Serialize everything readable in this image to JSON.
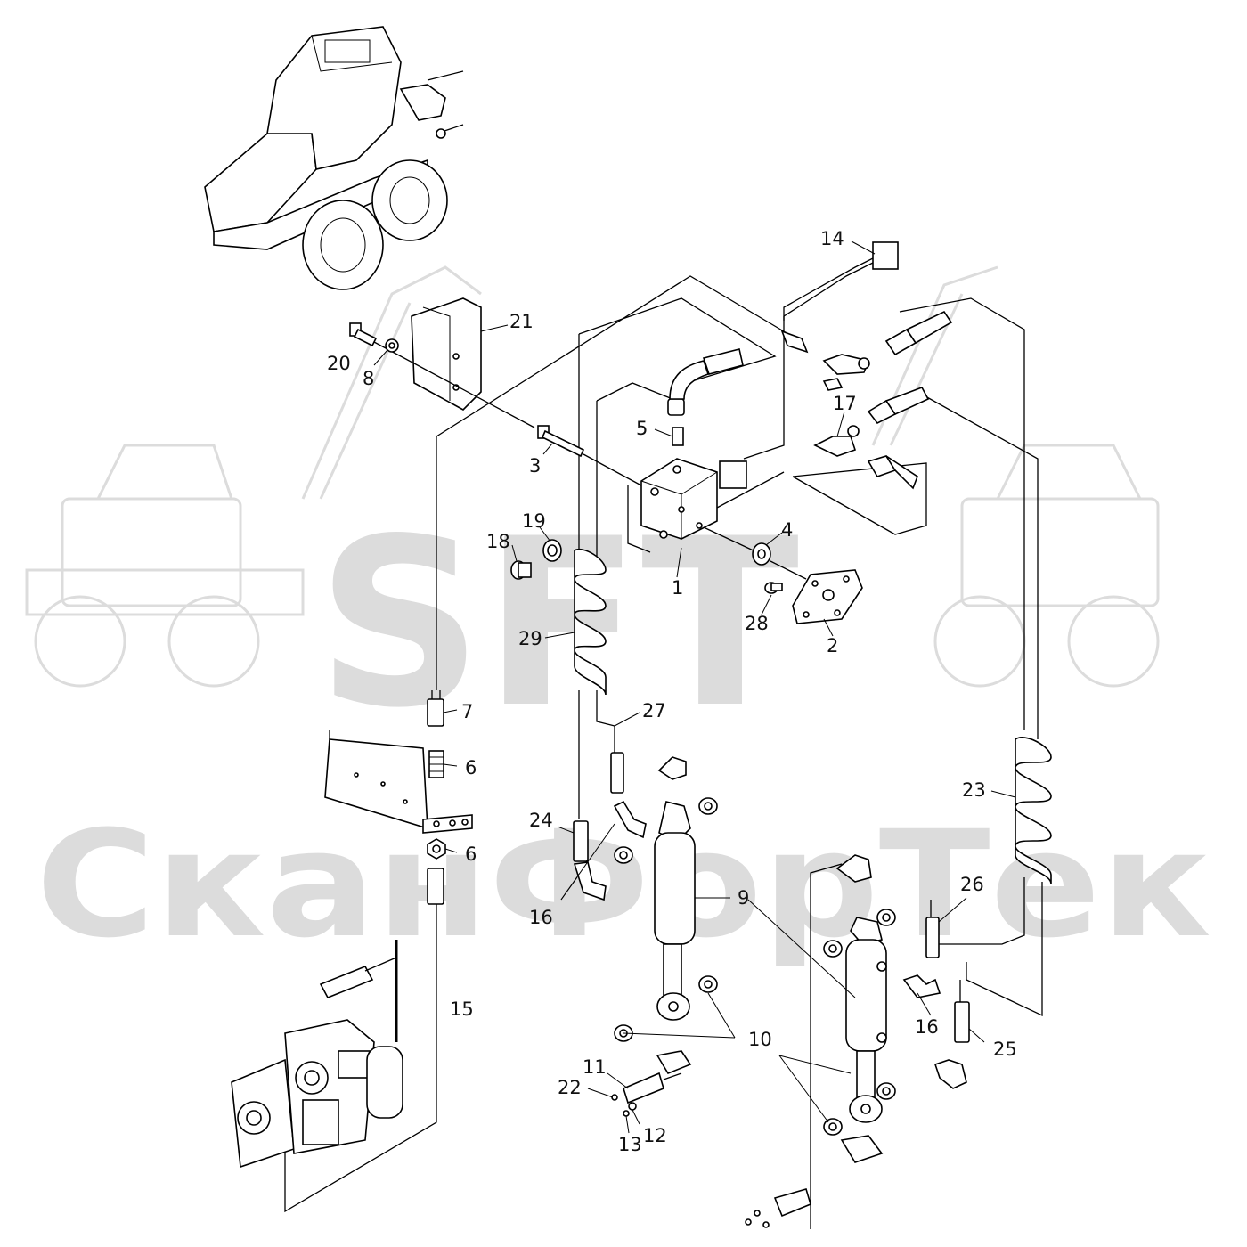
{
  "watermark": {
    "logo": "SFT",
    "brand": "СканФорТек",
    "color": "#dcdcdc"
  },
  "callouts": [
    {
      "id": "14",
      "label": "14"
    },
    {
      "id": "21",
      "label": "21"
    },
    {
      "id": "20",
      "label": "20"
    },
    {
      "id": "8",
      "label": "8"
    },
    {
      "id": "5",
      "label": "5"
    },
    {
      "id": "17",
      "label": "17"
    },
    {
      "id": "3",
      "label": "3"
    },
    {
      "id": "4",
      "label": "4"
    },
    {
      "id": "19",
      "label": "19"
    },
    {
      "id": "18",
      "label": "18"
    },
    {
      "id": "1",
      "label": "1"
    },
    {
      "id": "28",
      "label": "28"
    },
    {
      "id": "29",
      "label": "29"
    },
    {
      "id": "2",
      "label": "2"
    },
    {
      "id": "7",
      "label": "7"
    },
    {
      "id": "27",
      "label": "27"
    },
    {
      "id": "6a",
      "label": "6"
    },
    {
      "id": "23",
      "label": "23"
    },
    {
      "id": "24",
      "label": "24"
    },
    {
      "id": "9",
      "label": "9"
    },
    {
      "id": "6b",
      "label": "6"
    },
    {
      "id": "16a",
      "label": "16"
    },
    {
      "id": "26",
      "label": "26"
    },
    {
      "id": "15",
      "label": "15"
    },
    {
      "id": "16b",
      "label": "16"
    },
    {
      "id": "10",
      "label": "10"
    },
    {
      "id": "25",
      "label": "25"
    },
    {
      "id": "11",
      "label": "11"
    },
    {
      "id": "22",
      "label": "22"
    },
    {
      "id": "12",
      "label": "12"
    },
    {
      "id": "13",
      "label": "13"
    }
  ]
}
